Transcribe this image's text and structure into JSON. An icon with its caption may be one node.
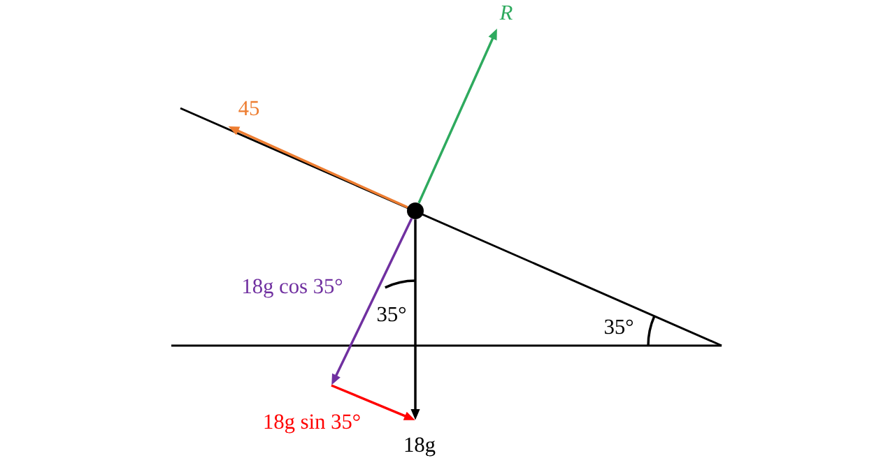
{
  "diagram": {
    "nodes": [
      {
        "text": [],
        "shape": "circle"
      },
      {
        "text": [
          "R"
        ]
      },
      {
        "text": [
          "45"
        ]
      },
      {
        "text": [
          "18g"
        ]
      }
    ],
    "edges": [
      {
        "from": 0,
        "to": 1,
        "arrow": "to",
        "color": "#2eaa5e"
      },
      {
        "from": 0,
        "to": 2,
        "arrow": "to",
        "color": "#ed7d31"
      },
      {
        "from": 0,
        "to": null,
        "arrow": "to",
        "label": "18g cos 35°",
        "color": "#7030a0"
      },
      {
        "from": null,
        "to": 3,
        "arrow": "to",
        "label": "18g sin 35°",
        "color": "#ff0000"
      },
      {
        "from": 0,
        "to": 3,
        "arrow": "to",
        "color": "#000000"
      }
    ],
    "labels": [
      "35°",
      "35°"
    ]
  }
}
